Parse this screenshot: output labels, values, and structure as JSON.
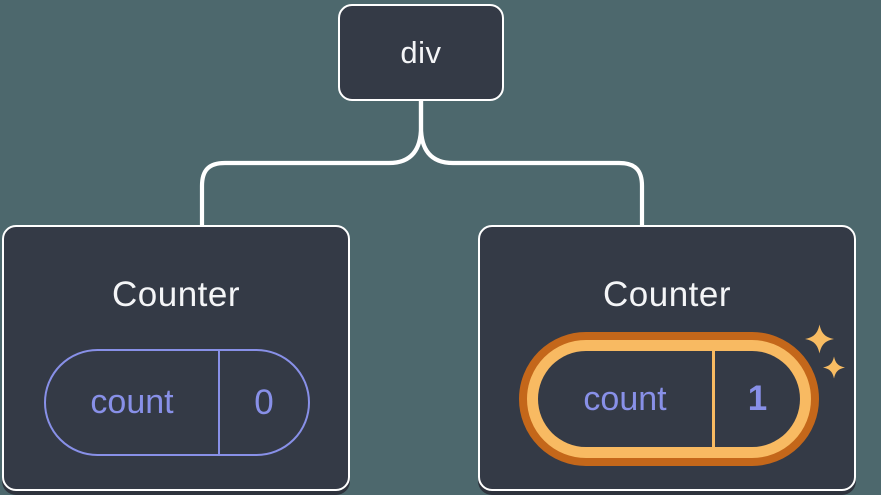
{
  "colors": {
    "background": "#4D686D",
    "node-fill": "#343A46",
    "node-border": "#FFFFFF",
    "connector": "#FFFFFF",
    "text-primary": "#F4F5F7",
    "state-accent": "#8890E8",
    "highlight-outer": "#C4671A",
    "highlight-inner": "#F8BA62",
    "sparkle": "#F8BC63",
    "card-shadow": "#2E333D"
  },
  "icons": {
    "sparkle_large": "four-point-star",
    "sparkle_small": "four-point-star"
  },
  "tree": {
    "root": {
      "label": "div"
    },
    "children": [
      {
        "title": "Counter",
        "highlighted": false,
        "state": {
          "key": "count",
          "value": "0"
        }
      },
      {
        "title": "Counter",
        "highlighted": true,
        "state": {
          "key": "count",
          "value": "1"
        }
      }
    ]
  }
}
